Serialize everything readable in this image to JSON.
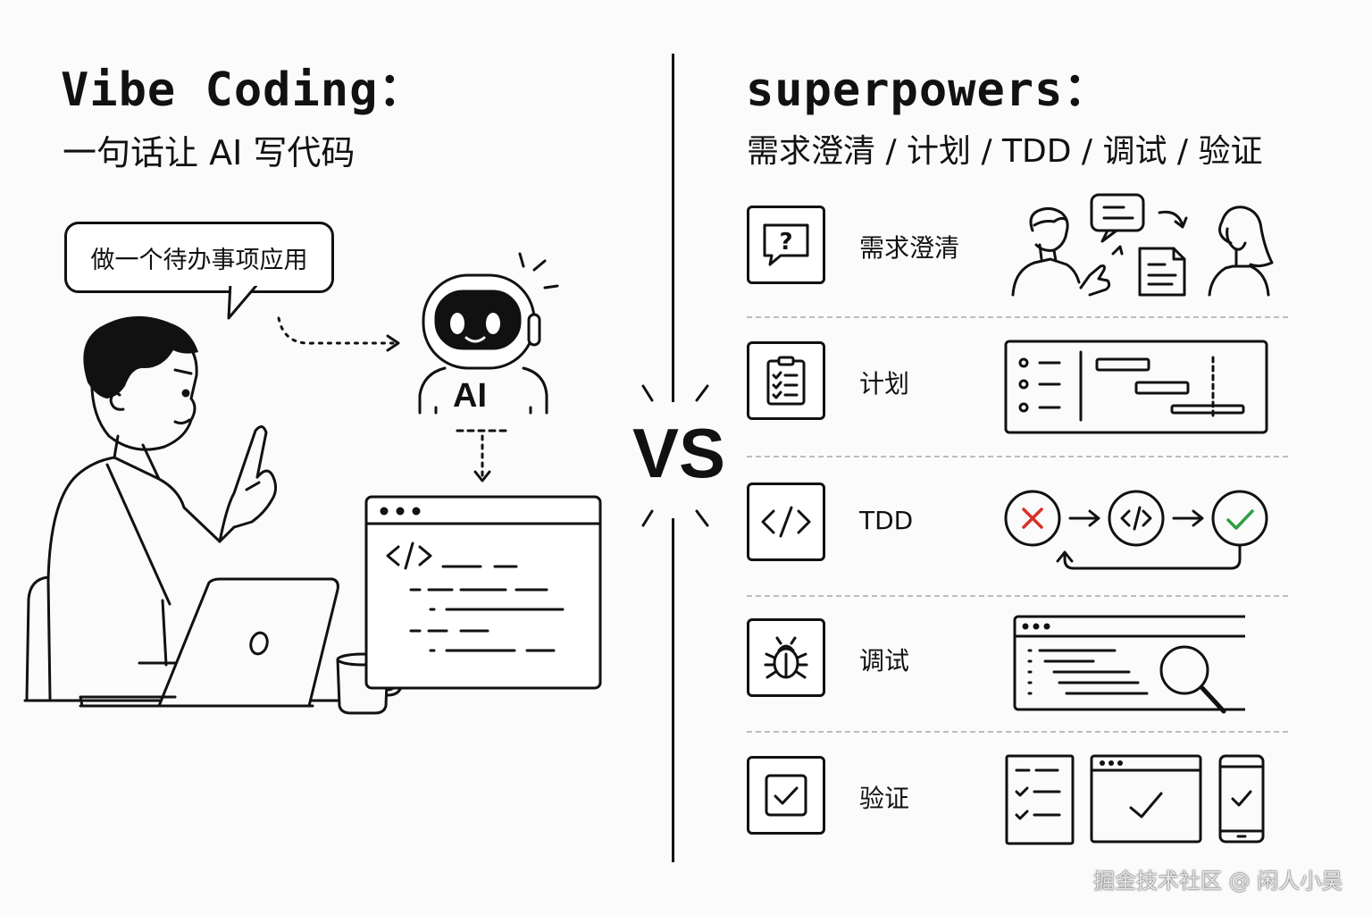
{
  "left": {
    "title": "Vibe Coding：",
    "subtitle": "一句话让 AI 写代码",
    "speech": "做一个待办事项应用",
    "ai_label": "AI"
  },
  "vs": "VS",
  "right": {
    "title": "superpowers：",
    "subtitle": "需求澄清 / 计划 / TDD / 调试 / 验证",
    "rows": [
      {
        "label": "需求澄清",
        "icon": "question-bubble-icon"
      },
      {
        "label": "计划",
        "icon": "clipboard-checklist-icon"
      },
      {
        "label": "TDD",
        "icon": "code-brackets-icon"
      },
      {
        "label": "调试",
        "icon": "bug-icon"
      },
      {
        "label": "验证",
        "icon": "checkbox-icon"
      }
    ]
  },
  "colors": {
    "fail": "#d93025",
    "pass": "#2e9e44",
    "ink": "#111111"
  },
  "watermark": "掘金技术社区 @ 闲人小吴"
}
